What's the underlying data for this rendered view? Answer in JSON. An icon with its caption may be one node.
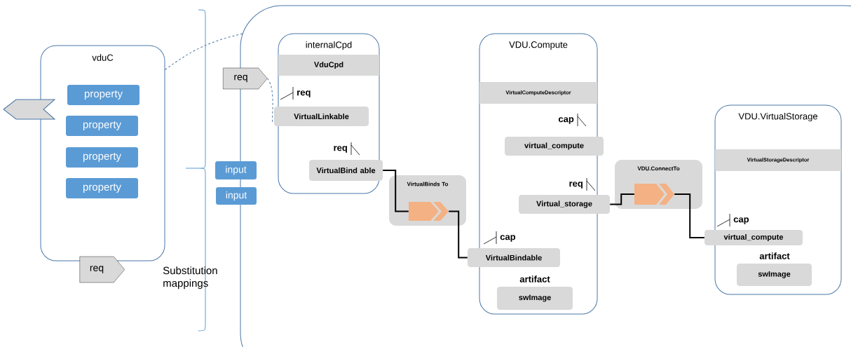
{
  "diagram": {
    "nodes": [
      {
        "text": [
          "vduC"
        ]
      },
      {
        "text": [
          "property"
        ],
        "in": 0
      },
      {
        "text": [
          "property"
        ],
        "in": 0
      },
      {
        "text": [
          "property"
        ],
        "in": 0
      },
      {
        "text": [
          "property"
        ],
        "in": 0
      },
      {
        "text": [],
        "shape": "tag"
      },
      {
        "text": [
          "req"
        ]
      },
      {
        "text": [],
        "shape": "box"
      },
      {
        "text": [
          "req"
        ]
      },
      {
        "text": [
          "input"
        ]
      },
      {
        "text": [
          "input"
        ]
      },
      {
        "text": [
          "internalCpd"
        ],
        "in": 7
      },
      {
        "text": [
          "VduCpd"
        ],
        "in": 11
      },
      {
        "text": [
          "VirtualLinkable"
        ],
        "in": 11,
        "beside": [
          "req"
        ]
      },
      {
        "text": [
          "VirtualBind able"
        ],
        "in": 11,
        "beside": [
          "req"
        ]
      },
      {
        "text": [
          "VirtualBinds To"
        ],
        "in": 7
      },
      {
        "text": [],
        "shape": "chevron",
        "in": 15
      },
      {
        "text": [
          "VDU.Compute"
        ],
        "in": 7
      },
      {
        "text": [
          "VirtualComputeDescriptor"
        ],
        "in": 17
      },
      {
        "text": [
          "virtual_compute"
        ],
        "in": 17,
        "beside": [
          "cap"
        ]
      },
      {
        "text": [
          "Virtual_storage"
        ],
        "in": 7,
        "beside": [
          "req"
        ]
      },
      {
        "text": [
          "VirtualBindable"
        ],
        "in": 7,
        "beside": [
          "cap"
        ]
      },
      {
        "text": [
          "swImage"
        ],
        "in": 17,
        "beside": [
          "artifact"
        ]
      },
      {
        "text": [
          "VDU.ConnectTo"
        ],
        "in": 7
      },
      {
        "text": [],
        "shape": "chevron",
        "in": 23
      },
      {
        "text": [
          "VDU.VirtualStorage"
        ],
        "in": 7
      },
      {
        "text": [
          "VirtualStorageDescriptor"
        ],
        "in": 25
      },
      {
        "text": [
          "virtual_compute"
        ],
        "in": 7,
        "beside": [
          "cap"
        ]
      },
      {
        "text": [
          "swImage"
        ],
        "in": 25,
        "beside": [
          "artifact"
        ]
      }
    ],
    "edges": [
      {
        "from": 0,
        "to": 7,
        "arrow": "none",
        "style": "dashed",
        "color": "#4a76a8"
      },
      {
        "from": 8,
        "to": 13,
        "arrow": "none",
        "style": "dashed",
        "color": "#4a76a8"
      },
      {
        "from": 14,
        "to": 16,
        "arrow": "none"
      },
      {
        "from": 16,
        "to": 21,
        "arrow": "none"
      },
      {
        "from": 20,
        "to": 24,
        "arrow": "none"
      },
      {
        "from": 24,
        "to": 27,
        "arrow": "none"
      }
    ],
    "labels": [
      "Substitution mappings"
    ]
  }
}
